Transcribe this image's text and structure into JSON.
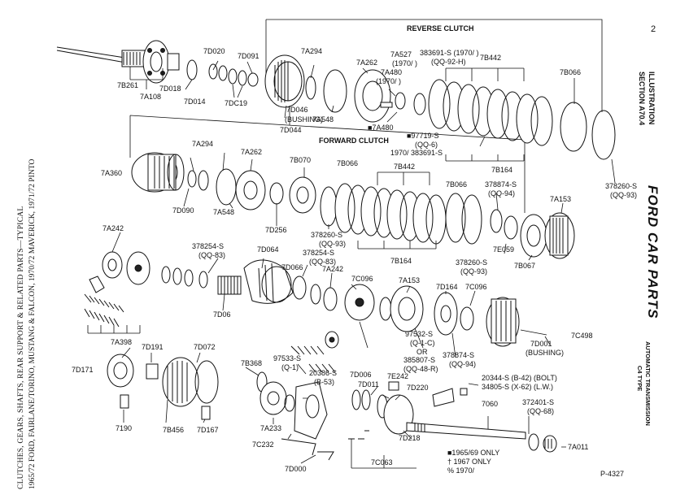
{
  "left_caption": {
    "line1": "CLUTCHES, GEARS, SHAFTS, REAR SUPPORT & RELATED PARTS—TYPICAL",
    "line2": "1965/72 FORD, FAIRLANE/TORINO, MUSTANG & FALCON, 1970/72 MAVERICK, 1971/72 PINTO"
  },
  "right_header": {
    "page_number": "2",
    "illustration": "ILLUSTRATION",
    "section": "SECTION A70.4",
    "brand": "FORD CAR PARTS",
    "subject": "AUTOMATIC TRANSMISSION",
    "type": "C4 TYPE"
  },
  "headings": {
    "reverse_clutch": "REVERSE CLUTCH",
    "forward_clutch": "FORWARD CLUTCH"
  },
  "part_labels": {
    "p7b261": "7B261",
    "p7a108": "7A108",
    "p7d018": "7D018",
    "p7d014": "7D014",
    "p7d020": "7D020",
    "p7c19": "7DC19",
    "p7d091": "7D091",
    "p7d046": "7D046",
    "bushing_a": "(BUSHING)",
    "p7d044": "7D044",
    "p7a294a": "7A294",
    "p7a548a": "7A548",
    "p7a262a": "7A262",
    "p7a527": "7A527",
    "y1970a": "(1970/ )",
    "p7a480": "7A480",
    "y1970b": "(1970/ )",
    "p383691a": "383691-S (1970/ )",
    "qq92h": "(QQ-92-H)",
    "p7b442a": "7B442",
    "p7a480b": "■7A480",
    "p97719": "■97719-S",
    "qq6": "(QQ-6)",
    "p1970c": "1970/  383691-S",
    "p7b066a": "7B066",
    "p7b164a": "7B164",
    "p378260a": "378260-S",
    "qq93a": "(QQ-93)",
    "p7a360": "7A360",
    "p7a294b": "7A294",
    "p7a262b": "7A262",
    "p7d090": "7D090",
    "p7a548b": "7A548",
    "p7b070": "7B070",
    "p7d256": "7D256",
    "p378260b": "378260-S",
    "qq93b": "(QQ-93)",
    "p7b066b": "7B066",
    "p7b442b": "7B442",
    "p7b066c": "7B066",
    "p7b164b": "7B164",
    "p378260c": "378260-S",
    "qq93c": "(QQ-93)",
    "p378874a": "378874-S",
    "qq94a": "(QQ-94)",
    "p7a153a": "7A153",
    "p7e059": "7E059",
    "p7b067": "7B067",
    "p7a242a": "7A242",
    "p378254a": "378254-S",
    "qq83a": "(QQ-83)",
    "p7d064": "7D064",
    "p378254b": "378254-S",
    "qq83b": "(QQ-83)",
    "p7d066": "7D066",
    "p7a242b": "7A242",
    "p7d06": "7D06",
    "p7c096a": "7C096",
    "p7a153b": "7A153",
    "p7d164": "7D164",
    "p7c096b": "7C096",
    "p7a398": "7A398",
    "p7d191": "7D191",
    "p7d072": "7D072",
    "p7d171": "7D171",
    "p97532": "97532-S",
    "q1c": "(Q-1-C)",
    "or": "OR",
    "p385807": "385807-S",
    "qq48r": "(QQ-48-R)",
    "p378874b": "378874-S",
    "qq94b": "(QQ-94)",
    "p7d001": "7D001",
    "bushing_b": "(BUSHING)",
    "p7c498": "7C498",
    "p7b368": "7B368",
    "p97533": "97533-S",
    "q1": "(Q-1)",
    "p20386": "20386-S",
    "b53": "(B-53)",
    "p7d006": "7D006",
    "p7d011": "7D011",
    "p7e242": "7E242",
    "p7d220": "7D220",
    "p20344": "20344-S (B-42) (BOLT)",
    "p34805": "34805-S (X-62) (L.W.)",
    "p7060": "7060",
    "p372401": "372401-S",
    "qq68": "(QQ-68)",
    "p7a011": "7A011",
    "p7190": "7190",
    "p7b456": "7B456",
    "p7d167": "7D167",
    "p7a233": "7A233",
    "p7c232": "7C232",
    "p7d218": "7D218",
    "p7d000": "7D000",
    "p7c063": "7C063"
  },
  "legend": {
    "l1": "■1965/69 ONLY",
    "l2": "† 1967 ONLY",
    "l3": "% 1970/"
  },
  "plate_number": "P-4327"
}
